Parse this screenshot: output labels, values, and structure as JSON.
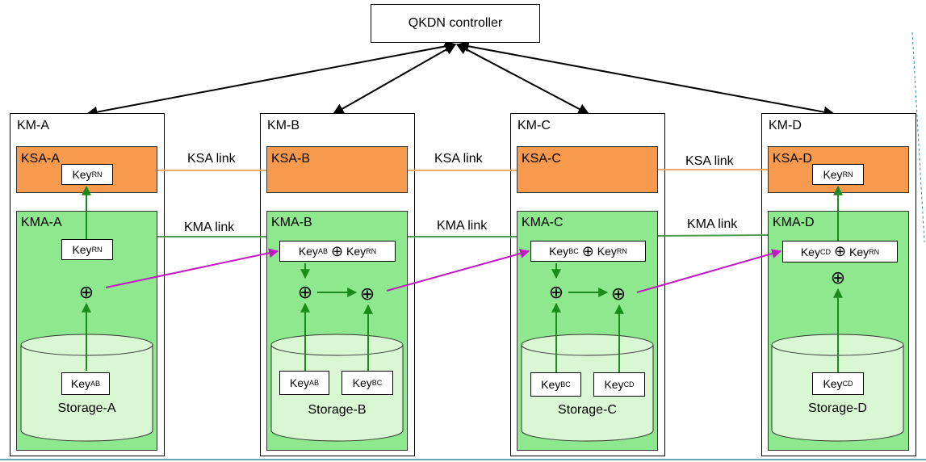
{
  "controller": {
    "label": "QKDN controller"
  },
  "modules": [
    {
      "km": "KM-A",
      "ksa": "KSA-A",
      "kma": "KMA-A",
      "storage": "Storage-A"
    },
    {
      "km": "KM-B",
      "ksa": "KSA-B",
      "kma": "KMA-B",
      "storage": "Storage-B"
    },
    {
      "km": "KM-C",
      "ksa": "KSA-C",
      "kma": "KMA-C",
      "storage": "Storage-C"
    },
    {
      "km": "KM-D",
      "ksa": "KSA-D",
      "kma": "KMA-D",
      "storage": "Storage-D"
    }
  ],
  "links": {
    "ksa": "KSA link",
    "kma": "KMA link"
  },
  "keys": {
    "base": "Key",
    "rn": "RN",
    "ab": "AB",
    "bc": "BC",
    "cd": "CD",
    "xor": "⊕"
  },
  "colors": {
    "ksa_fill": "#f79a4d",
    "kma_fill": "#8ee88e",
    "storage_fill": "#d9f7d3",
    "ksa_link": "#f0a868",
    "kma_link": "#4e9a4e",
    "internal_arrow": "#1d8a1d",
    "inter_arrow": "#c21ac2"
  }
}
